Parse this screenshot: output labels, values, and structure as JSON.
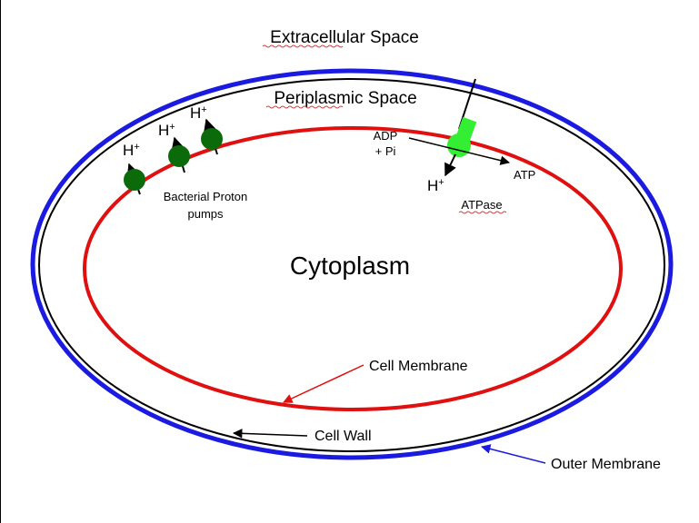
{
  "labels": {
    "extracellular": "Extracellular Space",
    "periplasmic": "Periplasmic Space",
    "cytoplasm": "Cytoplasm",
    "proton_pumps_line1": "Bacterial Proton",
    "proton_pumps_line2": "pumps",
    "adp_line1": "ADP",
    "adp_line2": "+ Pi",
    "atp": "ATP",
    "atpase": "ATPase",
    "cell_membrane": "Cell Membrane",
    "cell_wall": "Cell Wall",
    "outer_membrane": "Outer Membrane",
    "proton_symbol": "H",
    "proton_charge": "+"
  },
  "colors": {
    "outer_membrane": "#1a1ae0",
    "cell_wall": "#000000",
    "cell_membrane": "#e01010",
    "pump": "#0b6b0b",
    "atpase": "#33ee33",
    "outer_membrane_label": "#00008b",
    "cell_membrane_label": "#cc0000"
  }
}
